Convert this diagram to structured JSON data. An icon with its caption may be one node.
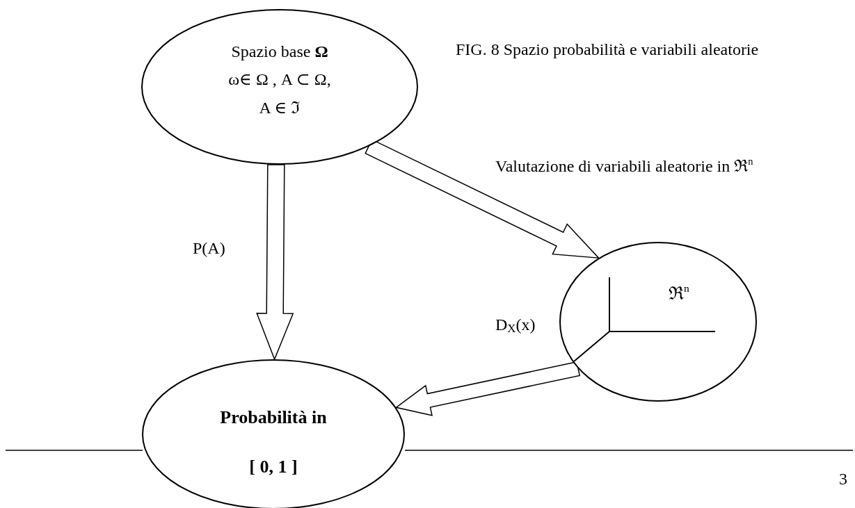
{
  "diagram": {
    "title": "FIG. 8  Spazio probabilità e variabili aleatorie",
    "nodes": [
      {
        "text": [
          "Spazio base **Ω**",
          "ω∈ Ω ,   A ⊂ Ω,",
          "A ∈ ℑ"
        ]
      },
      {
        "text": [
          "ℜ$^{n}$"
        ]
      },
      {
        "text": [
          "Probabilità in",
          "[ 0, 1 ]"
        ]
      }
    ],
    "edges": [
      {
        "from": 0,
        "to": 2,
        "arrow": "to",
        "label": "P(A)"
      },
      {
        "from": 0,
        "to": 1,
        "arrow": "to",
        "label": "Valutazione di variabili aleatorie in ℜ$^{n}$"
      },
      {
        "from": 1,
        "to": 2,
        "arrow": "to",
        "label": "D$_{X}$(x)"
      }
    ],
    "labels": [
      "3"
    ]
  }
}
